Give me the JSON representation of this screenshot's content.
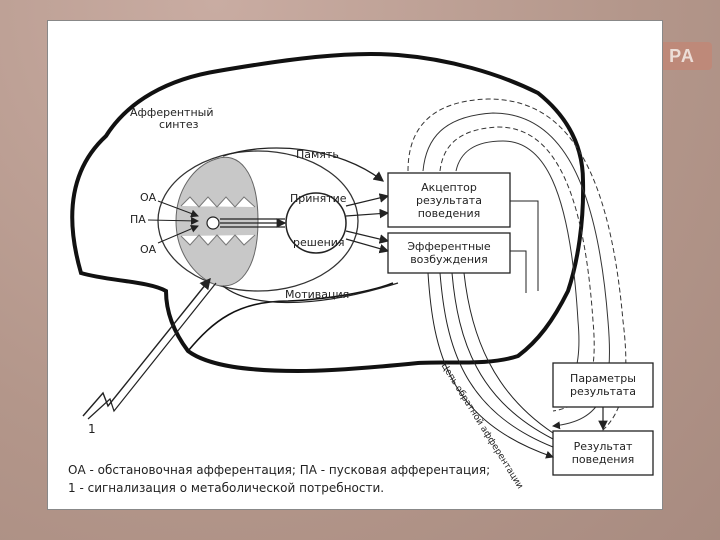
{
  "logo_text": "PA",
  "labels": {
    "afferent_synthesis_line1": "Афферентный",
    "afferent_synthesis_line2": "синтез",
    "memory": "Память",
    "decision_line1": "Принятие",
    "decision_line2": "решения",
    "motivation": "Мотивация",
    "oa_top": "ОА",
    "pa": "ПА",
    "oa_bottom": "ОА",
    "marker_1": "1",
    "backward_afferentation": "Цепь обратной афферентации"
  },
  "boxes": {
    "acceptor_line1": "Акцептор",
    "acceptor_line2": "результата",
    "acceptor_line3": "поведения",
    "efferent_line1": "Эфферентные",
    "efferent_line2": "возбуждения",
    "params_line1": "Параметры",
    "params_line2": "результата",
    "result_line1": "Результат",
    "result_line2": "поведения"
  },
  "legend": {
    "line1": "ОА - обстановочная афферентация; ПА - пусковая афферентация;",
    "line2": "1 - сигнализация о метаболической потребности."
  }
}
